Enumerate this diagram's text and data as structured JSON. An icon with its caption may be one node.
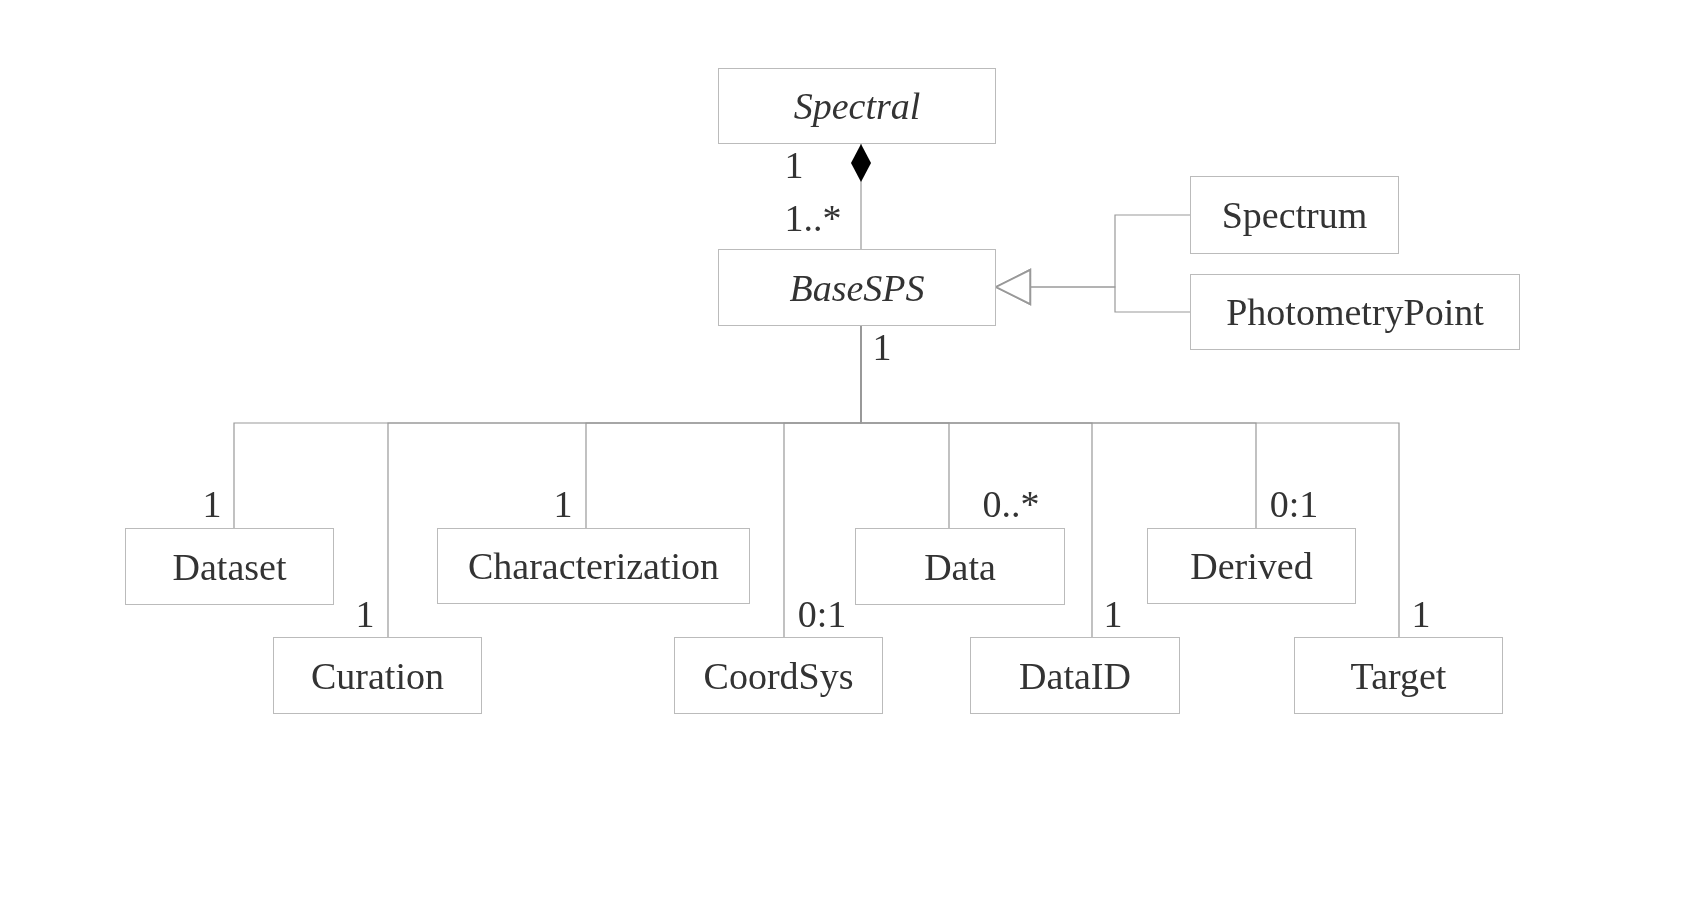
{
  "diagram": {
    "nodes": [
      {
        "text": [
          "*Spectral*"
        ]
      },
      {
        "text": [
          "*BaseSPS*"
        ]
      },
      {
        "text": [
          "Spectrum"
        ]
      },
      {
        "text": [
          "PhotometryPoint"
        ]
      },
      {
        "text": [
          "Dataset"
        ]
      },
      {
        "text": [
          "Curation"
        ]
      },
      {
        "text": [
          "Characterization"
        ]
      },
      {
        "text": [
          "CoordSys"
        ]
      },
      {
        "text": [
          "Data"
        ]
      },
      {
        "text": [
          "DataID"
        ]
      },
      {
        "text": [
          "Derived"
        ]
      },
      {
        "text": [
          "Target"
        ]
      }
    ],
    "edges": [
      {
        "from": 1,
        "to": 0,
        "arrow": "other"
      },
      {
        "from": 2,
        "to": 1,
        "arrow": "to"
      },
      {
        "from": 3,
        "to": 1,
        "arrow": "to"
      },
      {
        "from": 1,
        "to": 4,
        "arrow": "none"
      },
      {
        "from": 1,
        "to": 5,
        "arrow": "none"
      },
      {
        "from": 1,
        "to": 6,
        "arrow": "none"
      },
      {
        "from": 1,
        "to": 7,
        "arrow": "none"
      },
      {
        "from": 1,
        "to": 8,
        "arrow": "none"
      },
      {
        "from": 1,
        "to": 9,
        "arrow": "none"
      },
      {
        "from": 1,
        "to": 10,
        "arrow": "none"
      },
      {
        "from": 1,
        "to": 11,
        "arrow": "none"
      }
    ],
    "labels": [
      "1",
      "1..*",
      "1",
      "1",
      "1",
      "1",
      "0:1",
      "0..*",
      "1",
      "0:1",
      "1"
    ]
  }
}
